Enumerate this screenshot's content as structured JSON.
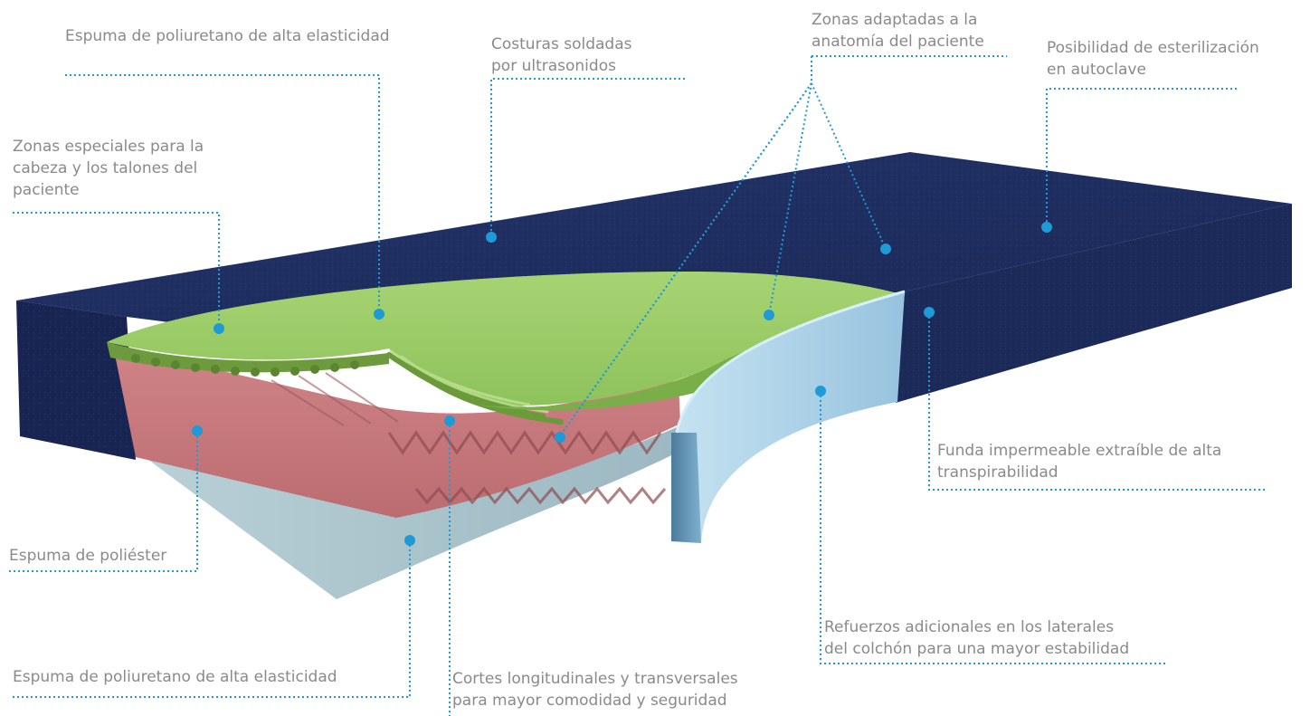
{
  "labels": {
    "foam_top": "Espuma de poliuretano de alta elasticidad",
    "seams_line1": "Costuras soldadas",
    "seams_line2": "por ultrasonidos",
    "zones_adapted_line1": "Zonas adaptadas a la",
    "zones_adapted_line2": "anatomía del paciente",
    "sterilization_line1": "Posibilidad de esterilización",
    "sterilization_line2": "en autoclave",
    "head_heels_line1": "Zonas especiales para la",
    "head_heels_line2": "cabeza y los talones del",
    "head_heels_line3": "paciente",
    "cover_line1": "Funda impermeable extraíble de alta",
    "cover_line2": "transpirabilidad",
    "polyester": "Espuma de poliéster",
    "reinforcements_line1": "Refuerzos adicionales en los laterales",
    "reinforcements_line2": "del colchón para una mayor estabilidad",
    "foam_bottom": "Espuma de poliuretano de alta elasticidad",
    "cuts_line1": "Cortes longitudinales y transversales",
    "cuts_line2": "para mayor comodidad y seguridad"
  },
  "colors": {
    "label_text": "#8a8a8a",
    "leader_line": "#1e9ad6",
    "marker_dot": "#1e9ad6",
    "cover_navy": "#1e2d5e",
    "foam_green": "#9ccc6a",
    "foam_red": "#c8777a",
    "foam_blue_grey": "#a9c3cb",
    "reinforcement_light_blue": "#a9cfe6"
  }
}
